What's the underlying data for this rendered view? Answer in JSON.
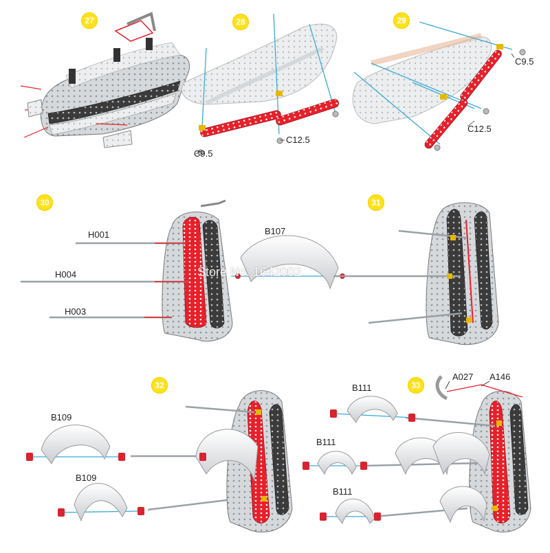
{
  "steps": [
    {
      "number": "27"
    },
    {
      "number": "28",
      "labels": [
        "C9.5",
        "C12.5"
      ]
    },
    {
      "number": "29",
      "labels": [
        "C9.5",
        "C12.5"
      ]
    },
    {
      "number": "30",
      "labels": [
        "H001",
        "H004",
        "H003",
        "B107"
      ]
    },
    {
      "number": "31"
    },
    {
      "number": "32",
      "labels": [
        "B109",
        "B109"
      ]
    },
    {
      "number": "33",
      "labels": [
        "B111",
        "B111",
        "B111",
        "A027",
        "A146"
      ]
    }
  ],
  "watermark": "Store No: 1642002",
  "colors": {
    "strip_red": "#e8202a",
    "plate_silver": "#d9dcdf",
    "plate_dark": "#3b3b3b",
    "guide_line": "#3aa9d6",
    "badge_yellow": "#ffe21a",
    "nut_red": "#d8242e",
    "spacer_gold": "#e6b800"
  }
}
